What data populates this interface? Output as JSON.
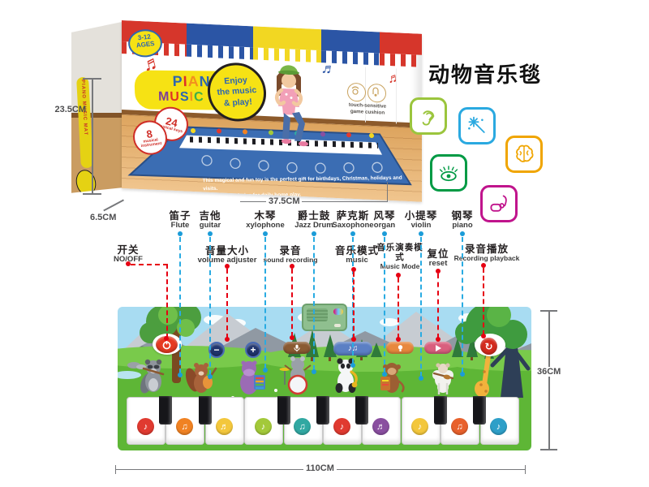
{
  "title": "动物音乐毯",
  "box": {
    "age_badge_line1": "3-12",
    "age_badge_line2": "AGES",
    "brand_line1": [
      {
        "ch": "P",
        "color": "#2e66b0"
      },
      {
        "ch": "I",
        "color": "#e03226"
      },
      {
        "ch": "A",
        "color": "#f2901e"
      },
      {
        "ch": "N",
        "color": "#2e66b0"
      },
      {
        "ch": "O",
        "color": "#e03226"
      }
    ],
    "brand_line2": [
      {
        "ch": "M",
        "color": "#7d3f98"
      },
      {
        "ch": "U",
        "color": "#e03226"
      },
      {
        "ch": "S",
        "color": "#2e66b0"
      },
      {
        "ch": "I",
        "color": "#f2901e"
      },
      {
        "ch": "C",
        "color": "#3fae49"
      },
      {
        "ch": " ",
        "color": "#000000"
      },
      {
        "ch": "M",
        "color": "#e03226"
      },
      {
        "ch": "A",
        "color": "#ec4f9b"
      },
      {
        "ch": "T",
        "color": "#e03226"
      }
    ],
    "side_text": "PIANO MUSIC MAT",
    "slogan_line1": "Enjoy",
    "slogan_line2": "the music",
    "slogan_line3": "& play!",
    "badge24_number": "24",
    "badge24_text": "musical keys",
    "badge8_number": "8",
    "badge8_text": "musical instrument",
    "touch_line1": "touch-sensitive",
    "touch_line2": "game cushion",
    "caption_line1": "This magical and fun toy is the perfect gift for birthdays, Christmas, holidays and visits.",
    "caption_line2": "It is the best choice for daily home play."
  },
  "dimensions": {
    "box_height": "23.5CM",
    "box_depth": "6.5CM",
    "box_width": "37.5CM",
    "mat_height": "36CM",
    "mat_width": "110CM"
  },
  "feature_icons": [
    {
      "name": "hearing",
      "color": "#9bc53d"
    },
    {
      "name": "magic-wand",
      "color": "#2aa9e0"
    },
    {
      "name": "brain",
      "color": "#f0a500"
    },
    {
      "name": "vision",
      "color": "#009a44"
    },
    {
      "name": "touch",
      "color": "#c0148c"
    }
  ],
  "instrument_labels": [
    {
      "zh": "笛子",
      "en": "Flute"
    },
    {
      "zh": "吉他",
      "en": "guitar"
    },
    {
      "zh": "木琴",
      "en": "xylophone"
    },
    {
      "zh": "爵士鼓",
      "en": "Jazz Drum"
    },
    {
      "zh": "萨克斯",
      "en": "Saxophone"
    },
    {
      "zh": "风琴",
      "en": "organ"
    },
    {
      "zh": "小提琴",
      "en": "violin"
    },
    {
      "zh": "钢琴",
      "en": "piano"
    }
  ],
  "function_labels": [
    {
      "zh": "开关",
      "en": "NO/OFF"
    },
    {
      "zh": "音量大小",
      "en": "volume adjuster"
    },
    {
      "zh": "录音",
      "en": "sound recording"
    },
    {
      "zh": "音乐模式",
      "en": "music"
    },
    {
      "zh": "音乐演奏模式",
      "en": "Music Mode"
    },
    {
      "zh": "复位",
      "en": "reset"
    },
    {
      "zh": "录音播放",
      "en": "Recording playback"
    }
  ],
  "mat": {
    "key_colors": [
      "#e03a30",
      "#f08223",
      "#f3c73c",
      "#a3c93a",
      "#31a8a2",
      "#e03a30",
      "#8a4fa0",
      "#f3c73c",
      "#e8612c",
      "#2e9fc8"
    ],
    "key_notes": [
      "♪",
      "♫",
      "♬",
      "♪",
      "♫",
      "♪",
      "♬",
      "♪",
      "♫",
      "♪"
    ],
    "glyph_minus": "−",
    "glyph_plus": "+",
    "glyph_music": "♪♫",
    "glyph_playback": "↻"
  },
  "colors": {
    "leader_blue": "#29abe2",
    "leader_red": "#e60012",
    "dimension_gray": "#77787b",
    "stripe_red": "#d6362b",
    "stripe_blue": "#2b55a5",
    "stripe_yellow": "#f2d722",
    "banner_yellow": "#f6e214",
    "mat_sky": "#a8dcf2",
    "mat_grass": "#5eb636"
  }
}
